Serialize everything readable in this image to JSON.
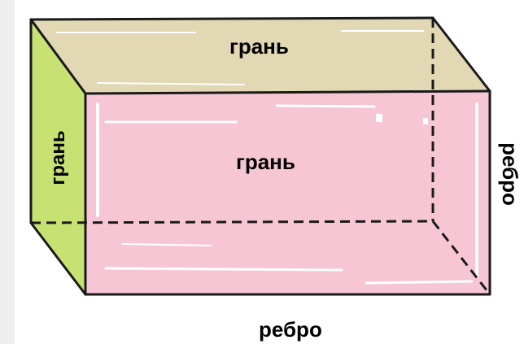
{
  "labels": {
    "top_face": "грань",
    "front_face": "грань",
    "side_face": "грань",
    "bottom_edge": "ребро",
    "right_edge": "ребро"
  },
  "colors": {
    "top_face": "#e2d8b4",
    "front_face": "#f7c6d4",
    "side_face": "#c7e173",
    "right_face": "#f2f2f2",
    "edge": "#1a1a1a",
    "background": "#eeeeee",
    "panel": "#ffffff"
  }
}
